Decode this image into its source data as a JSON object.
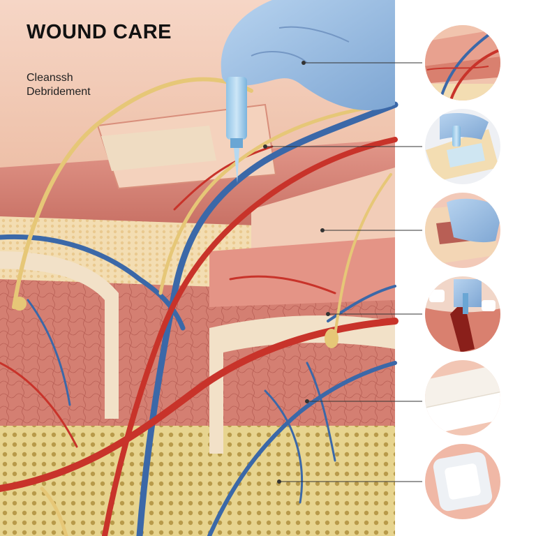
{
  "title": "WOUND CARE",
  "subtitle_lines": [
    "Cleanssh",
    "Debridement"
  ],
  "steps": [
    {
      "icon": "skin-layers-closeup-icon"
    },
    {
      "icon": "wound-cleansing-icon"
    },
    {
      "icon": "gauze-application-icon"
    },
    {
      "icon": "wound-debridement-icon"
    },
    {
      "icon": "bandage-strip-icon"
    },
    {
      "icon": "adhesive-dressing-icon"
    }
  ],
  "colors": {
    "skin": "#f1c4ae",
    "dermis": "#d9806f",
    "fat": "#f3ddb2",
    "vein": "#3b68a8",
    "artery": "#c8332a",
    "nerve": "#e6c777",
    "glove": "#9cc0e4",
    "circle_bg": "#f2d3c4"
  }
}
